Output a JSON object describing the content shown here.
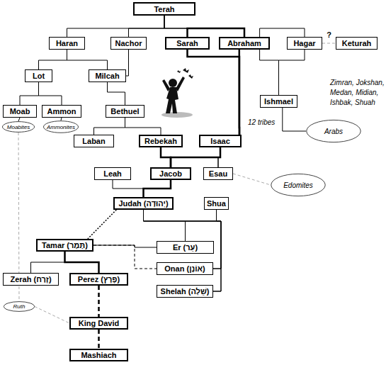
{
  "diagram": {
    "nodes": [
      {
        "text": [
          "Terah"
        ]
      },
      {
        "text": [
          "Haran"
        ]
      },
      {
        "text": [
          "Nachor"
        ]
      },
      {
        "text": [
          "Sarah"
        ]
      },
      {
        "text": [
          "Abraham"
        ]
      },
      {
        "text": [
          "Hagar"
        ]
      },
      {
        "text": [
          "Keturah"
        ]
      },
      {
        "text": [
          "Lot"
        ]
      },
      {
        "text": [
          "Milcah"
        ]
      },
      {
        "text": [
          "Moab"
        ]
      },
      {
        "text": [
          "Ammon"
        ]
      },
      {
        "text": [
          "Moabites"
        ]
      },
      {
        "text": [
          "Ammonites"
        ]
      },
      {
        "text": [
          "Bethuel"
        ]
      },
      {
        "text": [
          "Ishmael"
        ]
      },
      {
        "text": [
          "Arabs"
        ]
      },
      {
        "text": [
          "Laban"
        ]
      },
      {
        "text": [
          "Rebekah"
        ]
      },
      {
        "text": [
          "Isaac"
        ]
      },
      {
        "text": [
          "Leah"
        ]
      },
      {
        "text": [
          "Jacob"
        ]
      },
      {
        "text": [
          "Esau"
        ]
      },
      {
        "text": [
          "Edomites"
        ]
      },
      {
        "text": [
          "Judah (יְהוּדָה)"
        ]
      },
      {
        "text": [
          "Shua"
        ]
      },
      {
        "text": [
          "Tamar (תָּמָר)"
        ]
      },
      {
        "text": [
          "Er (עֵר)"
        ]
      },
      {
        "text": [
          "Onan (אוֹנָן)"
        ]
      },
      {
        "text": [
          "Zerah (זֶרַח)"
        ]
      },
      {
        "text": [
          "Perez (פֶּרֶץ)"
        ]
      },
      {
        "text": [
          "Shelah (שֵׁלָה)"
        ]
      },
      {
        "text": [
          "Ruth"
        ]
      },
      {
        "text": [
          "King David"
        ]
      },
      {
        "text": [
          "Mashiach"
        ]
      }
    ],
    "edges": [
      {
        "from": 0,
        "to": 1,
        "arrow": "none"
      },
      {
        "from": 0,
        "to": 2,
        "arrow": "none"
      },
      {
        "from": 0,
        "to": 3,
        "arrow": "none"
      },
      {
        "from": 0,
        "to": 4,
        "arrow": "none"
      },
      {
        "from": 3,
        "to": 4,
        "arrow": "none"
      },
      {
        "from": 4,
        "to": 5,
        "arrow": "none"
      },
      {
        "from": 5,
        "to": 6,
        "label": "?",
        "arrow": "none"
      },
      {
        "from": 1,
        "to": 7,
        "arrow": "none"
      },
      {
        "from": 1,
        "to": 8,
        "arrow": "none"
      },
      {
        "from": 2,
        "to": 8,
        "arrow": "none"
      },
      {
        "from": 7,
        "to": 9,
        "arrow": "none"
      },
      {
        "from": 7,
        "to": 10,
        "arrow": "none"
      },
      {
        "from": 9,
        "to": 11,
        "arrow": "none"
      },
      {
        "from": 10,
        "to": 12,
        "arrow": "none"
      },
      {
        "from": 8,
        "to": 13,
        "arrow": "none"
      },
      {
        "from": 4,
        "to": 14,
        "arrow": "none"
      },
      {
        "from": 5,
        "to": 14,
        "arrow": "none"
      },
      {
        "from": 14,
        "to": 15,
        "arrow": "none"
      },
      {
        "from": 13,
        "to": 16,
        "arrow": "none"
      },
      {
        "from": 13,
        "to": 17,
        "arrow": "none"
      },
      {
        "from": 3,
        "to": 18,
        "arrow": "none"
      },
      {
        "from": 4,
        "to": 18,
        "arrow": "none"
      },
      {
        "from": 17,
        "to": 20,
        "arrow": "none"
      },
      {
        "from": 18,
        "to": 20,
        "arrow": "none"
      },
      {
        "from": 17,
        "to": 21,
        "arrow": "none"
      },
      {
        "from": 18,
        "to": 21,
        "arrow": "none"
      },
      {
        "from": 21,
        "to": 22,
        "arrow": "none"
      },
      {
        "from": 19,
        "to": 23,
        "arrow": "none"
      },
      {
        "from": 20,
        "to": 23,
        "arrow": "none"
      },
      {
        "from": 23,
        "to": 26,
        "arrow": "none"
      },
      {
        "from": 24,
        "to": 26,
        "arrow": "none"
      },
      {
        "from": 23,
        "to": 27,
        "arrow": "none"
      },
      {
        "from": 24,
        "to": 27,
        "arrow": "none"
      },
      {
        "from": 23,
        "to": 30,
        "arrow": "none"
      },
      {
        "from": 24,
        "to": 30,
        "arrow": "none"
      },
      {
        "from": 23,
        "to": 25,
        "arrow": "none"
      },
      {
        "from": 25,
        "to": 26,
        "arrow": "none"
      },
      {
        "from": 25,
        "to": 27,
        "arrow": "none"
      },
      {
        "from": 25,
        "to": 28,
        "arrow": "none"
      },
      {
        "from": 25,
        "to": 29,
        "arrow": "none"
      },
      {
        "from": 11,
        "to": 31,
        "arrow": "none"
      },
      {
        "from": 31,
        "to": 32,
        "arrow": "none"
      },
      {
        "from": 29,
        "to": 32,
        "arrow": "none"
      },
      {
        "from": 32,
        "to": 33,
        "arrow": "none"
      }
    ],
    "labels": [
      "12 tribes",
      "Zimran, Jokshan, Medan, Midian, Ishbak, Shuah"
    ]
  }
}
